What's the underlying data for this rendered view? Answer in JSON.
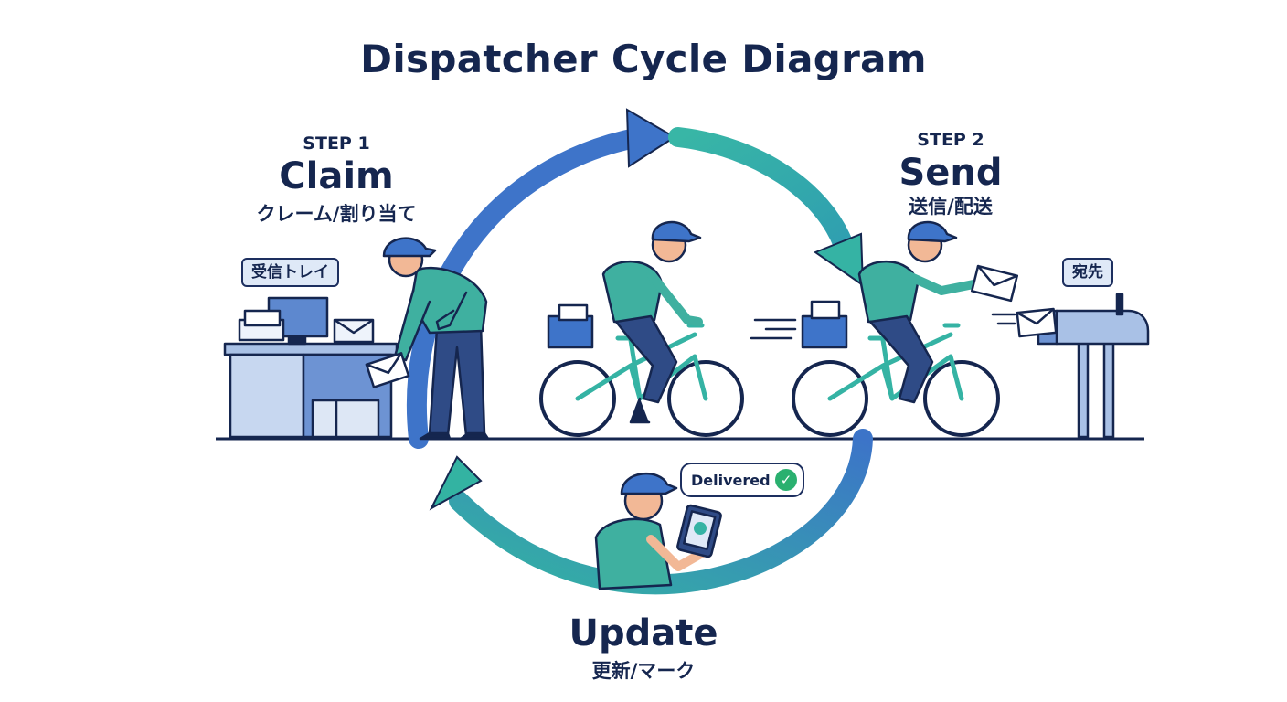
{
  "title": "Dispatcher Cycle Diagram",
  "steps": {
    "claim": {
      "step_label": "STEP 1",
      "name": "Claim",
      "jp": "クレーム/割り当て"
    },
    "send": {
      "step_label": "STEP 2",
      "name": "Send",
      "jp": "送信/配送"
    },
    "update": {
      "name": "Update",
      "jp": "更新/マーク"
    }
  },
  "tags": {
    "inbox": "受信トレイ",
    "destination": "宛先"
  },
  "status_bubble": {
    "label": "Delivered",
    "icon": "check-icon",
    "check_glyph": "✓"
  },
  "colors": {
    "navy": "#15264f",
    "blue_arrow": "#3e74c9",
    "teal_arrow": "#35b3a4",
    "teal_shirt": "#3fb0a0",
    "light_blue": "#dfe9f7",
    "check_green": "#2ab06f"
  }
}
